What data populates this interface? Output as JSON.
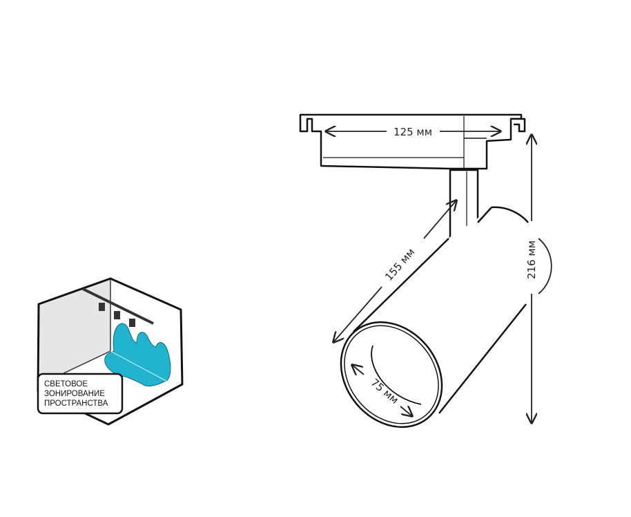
{
  "icon": {
    "label_lines": [
      "СВЕТОВОЕ",
      "ЗОНИРОВАНИЕ",
      "ПРОСТРАНСТВА"
    ],
    "accent_color": "#22b3cf"
  },
  "dimensions": {
    "width": "125 мм",
    "length": "155 мм",
    "height": "216 мм",
    "diameter": "75 мм"
  }
}
